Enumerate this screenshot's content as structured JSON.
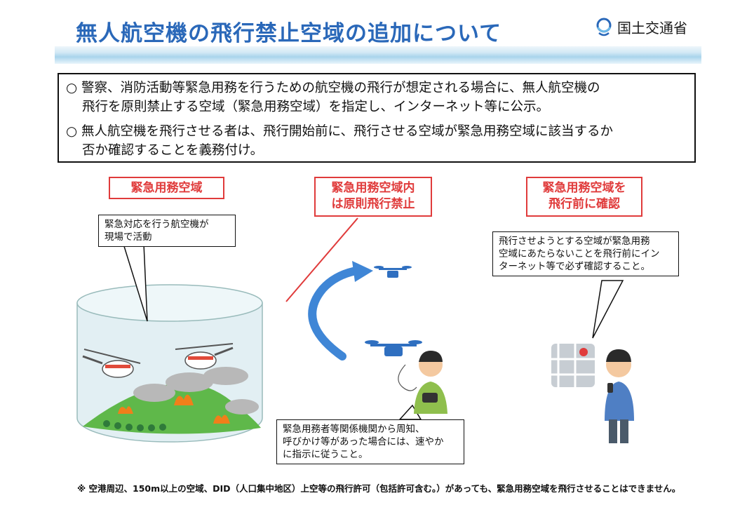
{
  "header": {
    "title": "無人航空機の飛行禁止空域の追加について",
    "ministry": "国土交通省"
  },
  "summary": {
    "marker": "○",
    "points": [
      [
        "警察、消防活動等緊急用務を行うための航空機の飛行が想定される場合に、無人航空機の",
        "飛行を原則禁止する空域（緊急用務空域）を指定し、インターネット等に公示。"
      ],
      [
        "無人航空機を飛行させる者は、飛行開始前に、飛行させる空域が緊急用務空域に該当するか",
        "否か確認することを義務付け。"
      ]
    ]
  },
  "labels": {
    "zone": "緊急用務空域",
    "prohibited": [
      "緊急用務空域内",
      "は原則飛行禁止"
    ],
    "confirm": [
      "緊急用務空域を",
      "飛行前に確認"
    ]
  },
  "bubbles": {
    "aircraft": [
      "緊急対応を行う航空機が",
      "現場で活動"
    ],
    "check": [
      "飛行させようとする空域が緊急用務",
      "空域にあたらないことを飛行前にイン",
      "ターネット等で必ず確認すること。"
    ],
    "comply": [
      "緊急用務者等関係機関から周知、",
      "呼びかけ等があった場合には、速やか",
      "に指示に従うこと。"
    ]
  },
  "footnote": "※ 空港周辺、150m以上の空域、DID（人口集中地区）上空等の飛行許可（包括許可含む。）があっても、緊急用務空域を飛行させることはできません。",
  "colors": {
    "title": "#2a68b9",
    "label": "#e03b3b",
    "drone": "#2f6fc0"
  }
}
